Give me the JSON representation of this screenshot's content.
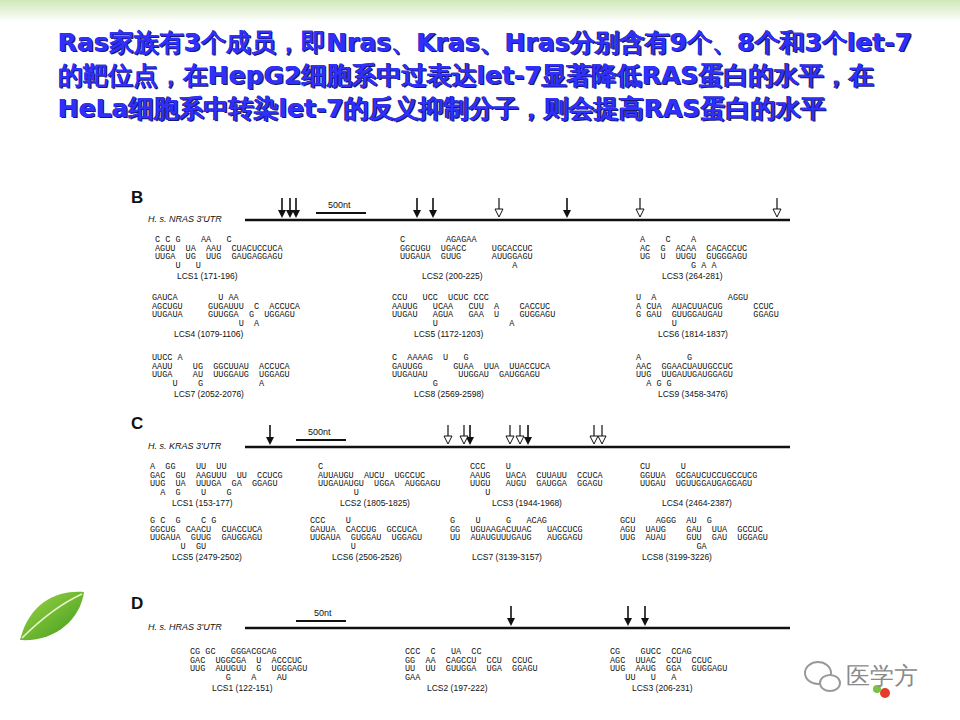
{
  "diagram": {
    "title": "Ras家族有3个成员，即Nras、Kras、Hras分别含有9个、8个和3个let-7的靶位点，在HepG2细胞系中过表达let-7显著降低RAS蛋白的水平，在HeLa细胞系中转染let-7的反义抑制分子，则会提高RAS蛋白的水平",
    "labels": [
      "B",
      "H. s. NRAS 3'UTR",
      "500nt",
      "C C G    AA   C",
      "AGUU  UA  AAU  CUACUCCUCA",
      "UUGA  UG  UUG  GAUGAGGAGU",
      "    U   U",
      "LCS1 (171-196)",
      "C        AGAGAA",
      "GGCUGU  UGACC     UGCACCUC",
      "UUGAUA  GUUG      AUUGGAGU",
      "                      A",
      "LCS2 (200-225)",
      "A    C    A",
      "AC  G  ACAA  CACACCUC",
      "UG  U  UUGU  GUGGGAGU",
      "          G A A",
      "LCS3 (264-281)",
      "GAUCA        U AA",
      "AGCUGU     GUGAUUU  C  ACCUCA",
      "UUGAUA     GUUGGA  G  UGGAGU",
      "                 U  A",
      "LCS4 (1079-1106)",
      "CCU   UCC  UCUC CCC",
      "AAUUG   UCAA   CUU  A    CACCUC",
      "UUGAU   AGUA   GAA  U    GUGGAGU",
      "        U              A",
      "LCS5 (1172-1203)",
      "U  A              AGGU",
      "A CUA  AUACUUACUG      CCUC",
      "G GAU  GUUGGAUGAU      GGAGU",
      "       U",
      "LCS6 (1814-1837)",
      "UUCC A",
      "AAUU    UG  GGCUUAU  ACCUCA",
      "UUGA    AU  UUGGAUG  UGGAGU",
      "    U    G           A",
      "LCS7 (2052-2076)",
      "C  AAAAG  U   G",
      "GAUUGG      GUAA  UUA  UUACCUCA",
      "UUGAUAU      UUGGAU  GAUGGAGU",
      "        G",
      "LCS8 (2569-2598)",
      "A         G",
      "AAC  GGAACUAUUGCCUC",
      "UUG  UUGAUUGAUGGAGU",
      "  A G G",
      "LCS9 (3458-3476)",
      "C",
      "H. s. KRAS 3'UTR",
      "500nt",
      "A  GG    UU  UU",
      "GAC  GU  AAGUUU  UU  CCUCG",
      "UUG  UA  UUUGA  GA  GGAGU",
      "  A  G    U    G",
      "LCS1 (153-177)",
      "C",
      "AUUAUGU  AUCU  UGCCUC",
      "UUGAUAUGU  UGGA  AUGGAGU",
      "       U",
      "LCS2 (1805-1825)",
      "CCC    U",
      "AAUG   UACA  CUUAUU  CCUCA",
      "UUGU   AUGU  GAUGGA  GGAGU",
      "   U",
      "LCS3 (1944-1968)",
      "CU      U",
      "GGUUA  GCGAUCUCCUGCCUCG",
      "UUGAU  UGUUGGAUGAGGAGU",
      "LCS4 (2464-2387)",
      "G C  G    C G",
      "GGCUG  CAACU  CUACCUCA",
      "UUGAUA  GUUG  GAUGGAGU",
      "      U  GU",
      "LCS5 (2479-2502)",
      "CCC    U",
      "GAUUA  CACCUG  GCCUCA",
      "UUGAUA  GUGGAU  UGGAGU",
      "        U",
      "LCS6 (2506-2526)",
      "G    U     G   ACAG",
      "GG  UGUAAGACUUAC   UACCUCG",
      "UU  AUAUGUUUGAUG   AUGGAGU",
      "LCS7 (3139-3157)",
      "GCU    AGGG  AU  G",
      "AGU  UAUG    GAU  UUA  GCCUC",
      "UUG  AUAU    GUU  GAU  UGGAGU",
      "               GA",
      "LCS8 (3199-3226)",
      "D",
      "H. s. HRAS 3'UTR",
      "50nt",
      "CG GC   GGGACGCAG",
      "GAC  UGGCGA  U  ACCCUC",
      "UUG  AUUGUU  G  UGGGAGU",
      "       G    A    AU",
      "LCS1 (122-151)",
      "CCC  C   UA  CC",
      "GG  AA  CAGCCU  CCU  CCUC",
      "UU  UU  GUUGGA  UGA  GGAGU",
      "GAA",
      "LCS2 (197-222)",
      "CG    GUCC  CCAG",
      "AGC  UUAC  CCU  CCUC",
      "UUG  AAUG  GGA  GUGGAGU",
      "   UU   U   A",
      "LCS3 (206-231)",
      "医学方"
    ]
  }
}
